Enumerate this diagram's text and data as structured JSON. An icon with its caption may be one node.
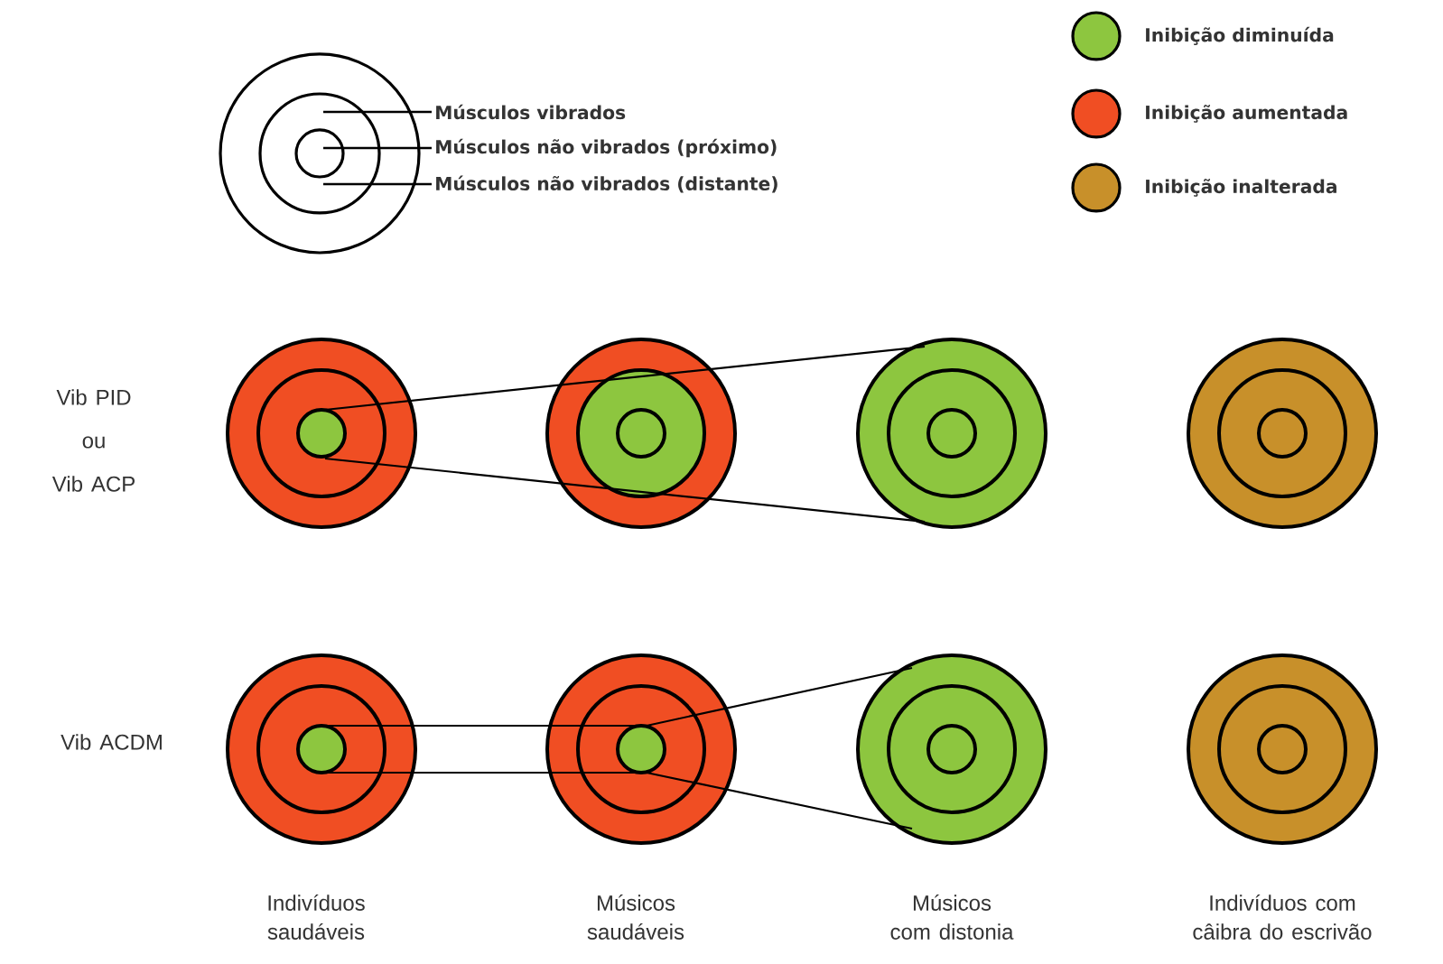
{
  "diagram": {
    "nodes": [
      {
        "text": [
          "Músculos vibrados"
        ]
      },
      {
        "text": [
          "Músculos não vibrados (próximo)"
        ]
      },
      {
        "text": [
          "Músculos não vibrados (distante)"
        ]
      },
      {
        "text": [],
        "shape": "circle",
        "in": 4
      },
      {
        "text": [],
        "shape": "circle",
        "in": 5
      },
      {
        "text": [],
        "shape": "circle"
      }
    ],
    "edges": [
      {
        "from": 0,
        "to": 3,
        "arrow": "none"
      },
      {
        "from": 1,
        "to": 4,
        "arrow": "none"
      },
      {
        "from": 2,
        "to": 5,
        "arrow": "none"
      }
    ],
    "labels": [
      "Vib PID",
      "ou",
      "Vib ACP",
      "Vib ACDM",
      "Indivíduos saudáveis",
      "Músicos saudáveis",
      "Músicos com distonia",
      "Indivíduos com câibra do escrivão"
    ],
    "legend": [
      {
        "text": "Inibição diminuída",
        "color": "#8dc63f"
      },
      {
        "text": "Inibição aumentada",
        "color": "#f04e23"
      },
      {
        "text": "Inibição inalterada",
        "color": "#c8902a"
      }
    ]
  }
}
